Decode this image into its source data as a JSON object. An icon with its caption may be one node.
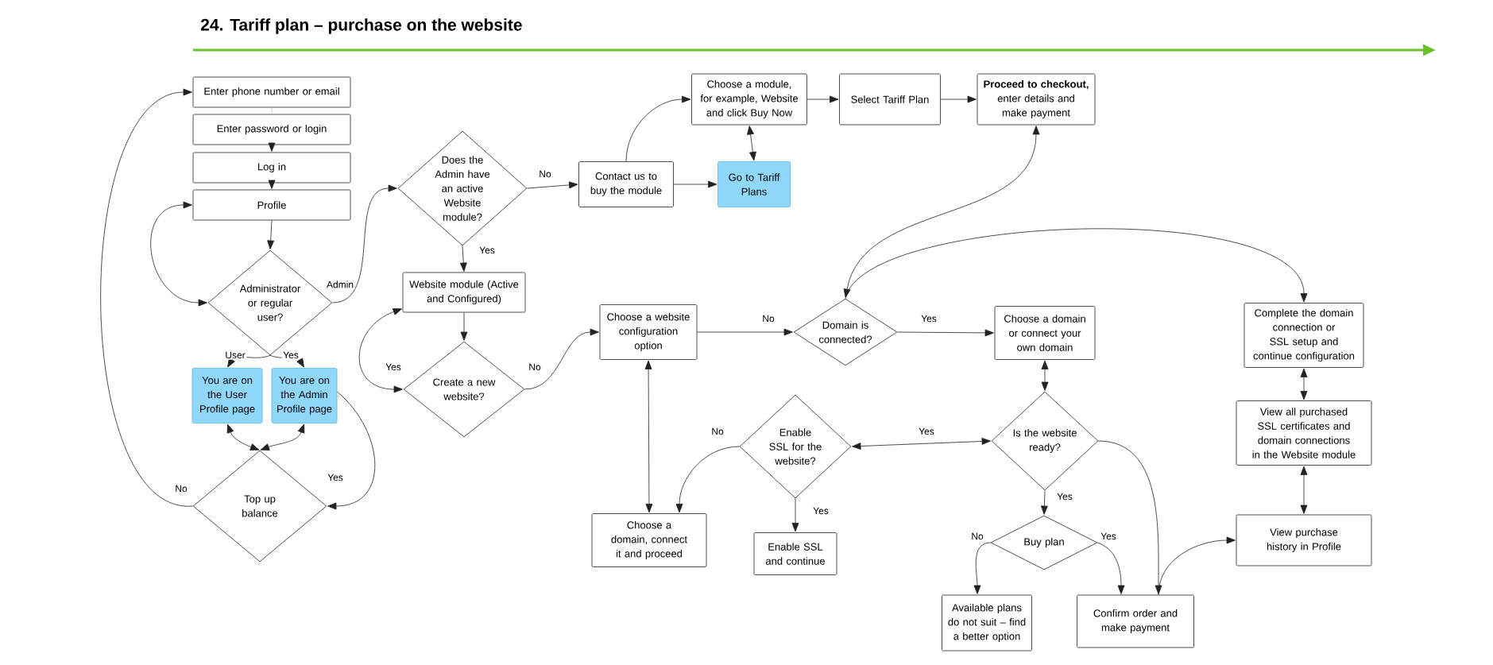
{
  "diagram": {
    "title": "24. Tariff plan – purchase on the website",
    "nodes": [
      {
        "text": [
          "Enter phone number or email"
        ]
      },
      {
        "text": [
          "Enter password or login"
        ]
      },
      {
        "text": [
          "Log in"
        ]
      },
      {
        "text": [
          "Profile"
        ]
      },
      {
        "text": [
          "Administrator or regular user?"
        ]
      },
      {
        "text": [
          "You are on the User Profile page"
        ]
      },
      {
        "text": [
          "You are on the Admin Profile page"
        ]
      },
      {
        "text": [
          "Top up balance"
        ]
      },
      {
        "text": [
          "Does the Admin have an active Website module?"
        ]
      },
      {
        "text": [
          "Website module (Active and Configured)"
        ]
      },
      {
        "text": [
          "Create a new website?"
        ]
      },
      {
        "text": [
          "Contact us to buy the module"
        ]
      },
      {
        "text": [
          "Go to Tariff Plans"
        ]
      },
      {
        "text": [
          "Choose a module, for example, Website and click Buy Now"
        ]
      },
      {
        "text": [
          "Select Tariff Plan"
        ]
      },
      {
        "text": [
          "**Proceed to checkout,** enter details and make payment"
        ]
      },
      {
        "text": [
          "Choose a website configuration option"
        ]
      },
      {
        "text": [
          "Domain is connected?"
        ]
      },
      {
        "text": [
          "Choose a domain or connect your own domain"
        ]
      },
      {
        "text": [
          "Complete the domain connection or SSL setup and continue configuration"
        ]
      },
      {
        "text": [
          "Enable SSL for the website?"
        ]
      },
      {
        "text": [
          "Is the website ready?"
        ]
      },
      {
        "text": [
          "View all purchased SSL certificates and domain connections in the Website module"
        ]
      },
      {
        "text": [
          "Choose a domain, connect it and proceed"
        ]
      },
      {
        "text": [
          "Enable SSL and continue"
        ]
      },
      {
        "text": [
          "Buy plan"
        ]
      },
      {
        "text": [
          "View purchase history in Profile"
        ]
      },
      {
        "text": [
          "Available plans do not suit – find a better option"
        ]
      },
      {
        "text": [
          "Confirm order and make payment"
        ]
      }
    ],
    "edges": [
      {
        "from": 0,
        "to": 1,
        "arrow": "none",
        "color": "#bbbbbb"
      },
      {
        "from": 1,
        "to": 2,
        "arrow": "to"
      },
      {
        "from": 2,
        "to": 3,
        "arrow": "to"
      },
      {
        "from": 3,
        "to": 4,
        "arrow": "to"
      },
      {
        "from": 4,
        "to": 3,
        "arrow": "both"
      },
      {
        "from": 4,
        "to": 8,
        "arrow": "to",
        "label": "Admin"
      },
      {
        "from": 4,
        "to": 5,
        "arrow": "to",
        "label": "User"
      },
      {
        "from": 4,
        "to": 6,
        "arrow": "to",
        "label": "Yes"
      },
      {
        "from": 7,
        "to": 5,
        "arrow": "both"
      },
      {
        "from": 7,
        "to": 6,
        "arrow": "both"
      },
      {
        "from": 6,
        "to": 7,
        "arrow": "to",
        "label": "Yes"
      },
      {
        "from": 7,
        "to": 0,
        "arrow": "to",
        "label": "No"
      },
      {
        "from": 8,
        "to": 11,
        "arrow": "to",
        "label": "No"
      },
      {
        "from": 8,
        "to": 9,
        "arrow": "to",
        "label": "Yes"
      },
      {
        "from": 9,
        "to": 10,
        "arrow": "to"
      },
      {
        "from": 10,
        "to": 9,
        "arrow": "both",
        "label": "Yes"
      },
      {
        "from": 10,
        "to": 16,
        "arrow": "to",
        "label": "No"
      },
      {
        "from": 11,
        "to": 12,
        "arrow": "to"
      },
      {
        "from": 11,
        "to": 13,
        "arrow": "to"
      },
      {
        "from": 13,
        "to": 12,
        "arrow": "both"
      },
      {
        "from": 13,
        "to": 14,
        "arrow": "to"
      },
      {
        "from": 14,
        "to": 15,
        "arrow": "to"
      },
      {
        "from": 17,
        "to": 15,
        "arrow": "both"
      },
      {
        "from": 17,
        "to": 19,
        "arrow": "to"
      },
      {
        "from": 16,
        "to": 17,
        "arrow": "to",
        "label": "No"
      },
      {
        "from": 17,
        "to": 18,
        "arrow": "to",
        "label": "Yes"
      },
      {
        "from": 16,
        "to": 23,
        "arrow": "both"
      },
      {
        "from": 18,
        "to": 21,
        "arrow": "both"
      },
      {
        "from": 21,
        "to": 20,
        "arrow": "both",
        "label": "Yes"
      },
      {
        "from": 20,
        "to": 23,
        "arrow": "to",
        "label": "No"
      },
      {
        "from": 20,
        "to": 24,
        "arrow": "to",
        "label": "Yes"
      },
      {
        "from": 21,
        "to": 25,
        "arrow": "to",
        "label": "Yes"
      },
      {
        "from": 21,
        "to": 28,
        "arrow": "to"
      },
      {
        "from": 25,
        "to": 27,
        "arrow": "to",
        "label": "No"
      },
      {
        "from": 25,
        "to": 28,
        "arrow": "to",
        "label": "Yes"
      },
      {
        "from": 28,
        "to": 26,
        "arrow": "to"
      },
      {
        "from": 19,
        "to": 22,
        "arrow": "both"
      },
      {
        "from": 22,
        "to": 26,
        "arrow": "both"
      }
    ]
  }
}
